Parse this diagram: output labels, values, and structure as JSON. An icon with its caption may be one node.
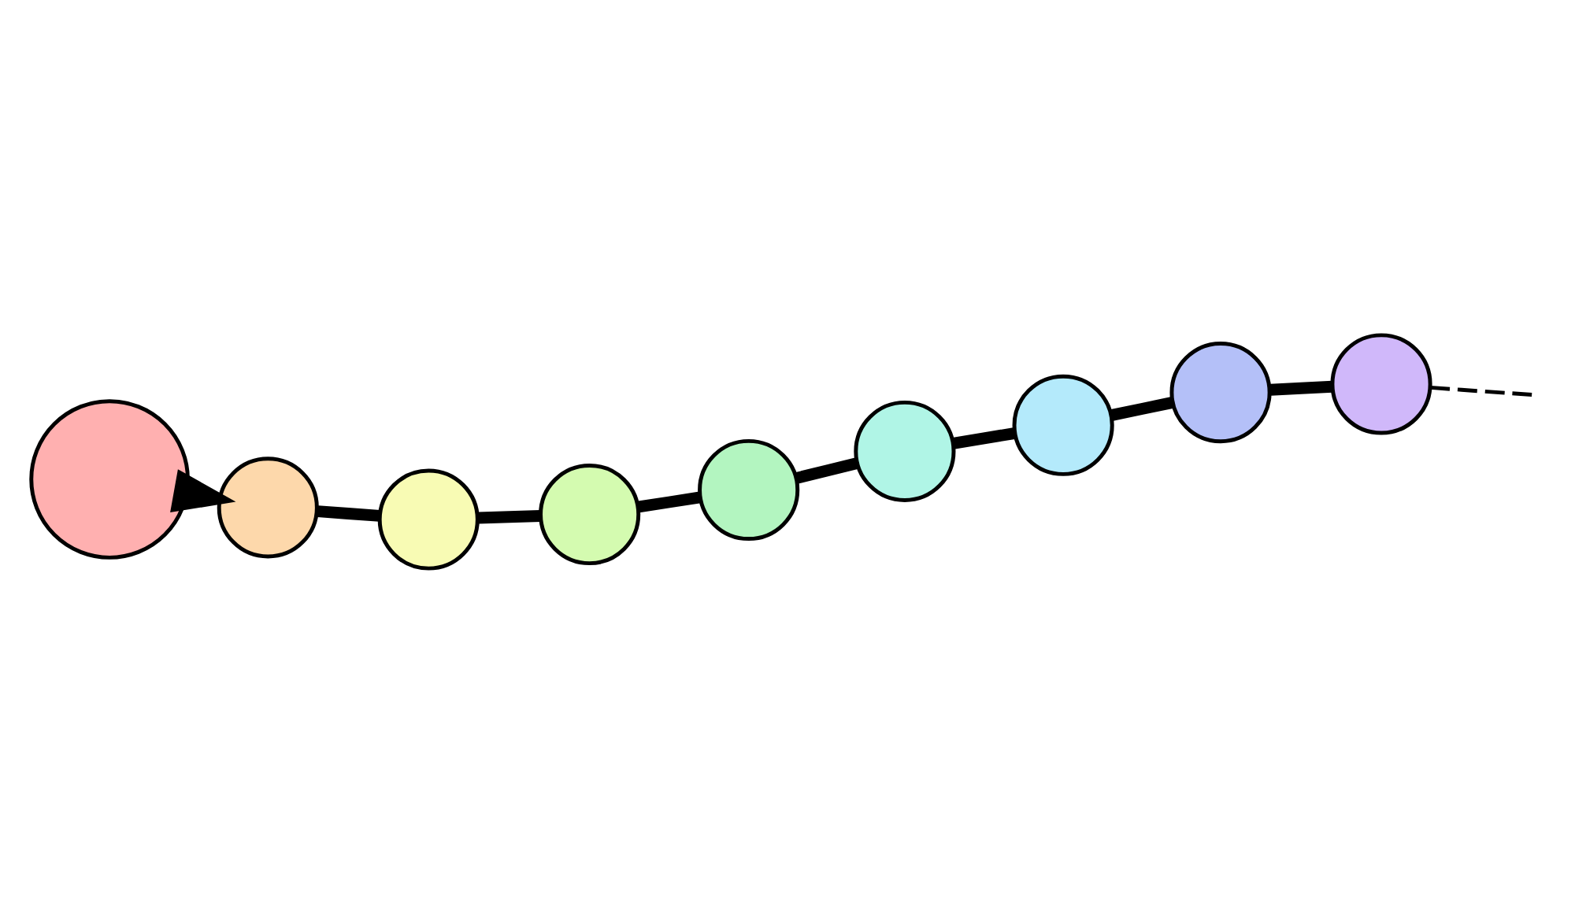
{
  "diagram": {
    "nodes": [
      {
        "text": [],
        "shape": "circle"
      },
      {
        "text": [],
        "shape": "circle"
      },
      {
        "text": [],
        "shape": "circle"
      },
      {
        "text": [],
        "shape": "circle"
      },
      {
        "text": [],
        "shape": "circle"
      },
      {
        "text": [],
        "shape": "circle"
      },
      {
        "text": [],
        "shape": "circle"
      },
      {
        "text": [],
        "shape": "circle"
      },
      {
        "text": [],
        "shape": "circle"
      }
    ],
    "edges": [
      {
        "from": 0,
        "to": 4,
        "arrow": "none"
      },
      {
        "from": 0,
        "to": 2,
        "arrow": "none"
      },
      {
        "from": 2,
        "to": 6,
        "arrow": "none"
      },
      {
        "from": 6,
        "to": 7,
        "arrow": "none"
      },
      {
        "from": 3,
        "to": 7,
        "arrow": "to"
      },
      {
        "from": 1,
        "to": 5,
        "arrow": "none"
      },
      {
        "from": 5,
        "to": 8,
        "arrow": "none"
      },
      {
        "from": 4,
        "to": 8,
        "arrow": "none"
      },
      {
        "from": 1,
        "to": null,
        "arrow": "none",
        "style": "dashed"
      }
    ]
  }
}
